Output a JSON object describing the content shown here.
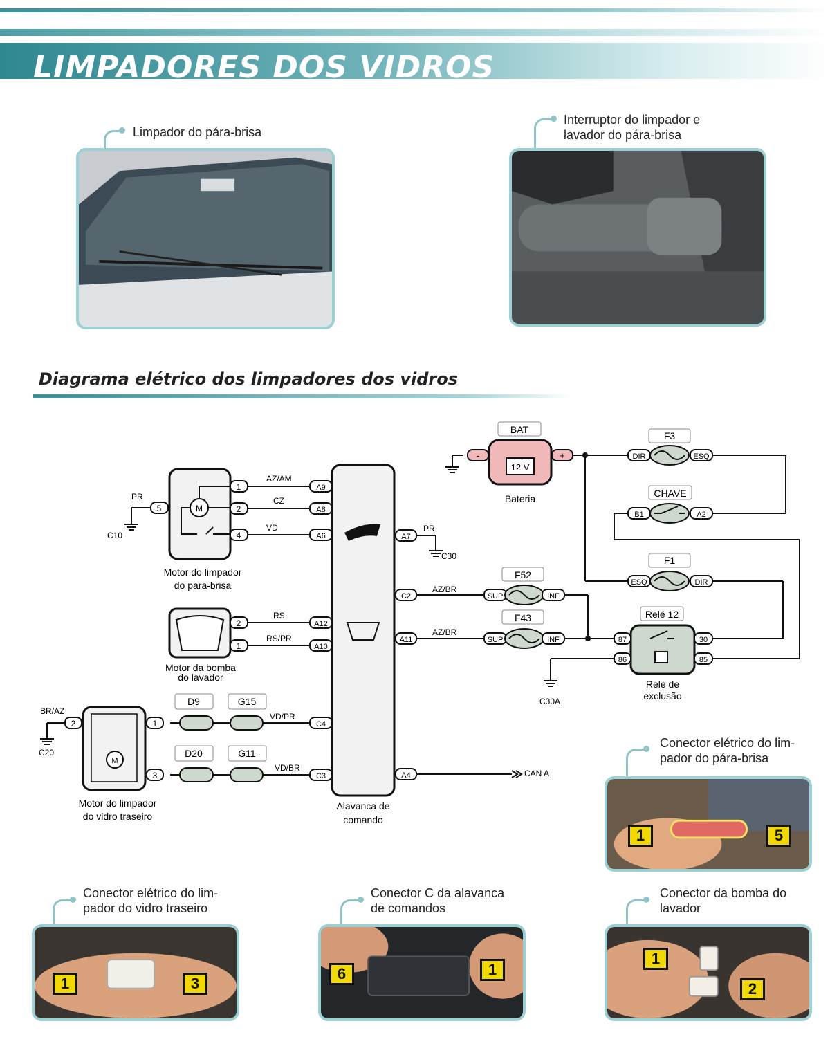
{
  "header": {
    "title": "LIMPADORES DOS VIDROS"
  },
  "photos": {
    "windshield_wiper": {
      "caption": "Limpador do pára-brisa"
    },
    "switch": {
      "caption_line1": "Interruptor do limpador e",
      "caption_line2": "lavador do pára-brisa"
    },
    "front_connector": {
      "caption_line1": "Conector elétrico do lim-",
      "caption_line2": "pador do pára-brisa",
      "pin_left": "1",
      "pin_right": "5"
    },
    "rear_connector": {
      "caption_line1": "Conector elétrico do lim-",
      "caption_line2": "pador do vidro traseiro",
      "pin_left": "1",
      "pin_right": "3"
    },
    "lever_connector": {
      "caption_line1": "Conector C da alavanca",
      "caption_line2": "de comandos",
      "pin_left": "6",
      "pin_right": "1"
    },
    "pump_connector": {
      "caption_line1": "Conector da bomba do",
      "caption_line2": "lavador",
      "pin_top": "1",
      "pin_bottom": "2"
    }
  },
  "diagram": {
    "title": "Diagrama elétrico dos limpadores dos vidros",
    "front_motor": {
      "label_line1": "Motor do limpador",
      "label_line2": "do para-brisa",
      "motor": "M",
      "pins": [
        "1",
        "2",
        "4",
        "5"
      ],
      "ground_wire": "PR",
      "ground": "C10"
    },
    "pump": {
      "label_line1": "Motor da bomba",
      "label_line2": "do lavador",
      "pins": [
        "2",
        "1"
      ]
    },
    "rear_motor": {
      "label_line1": "Motor do limpador",
      "label_line2": "do vidro traseiro",
      "motor": "M",
      "pins": [
        "2",
        "1",
        "3"
      ],
      "ground_wire": "BR/AZ",
      "ground": "C20"
    },
    "lever": {
      "label_line1": "Alavanca de",
      "label_line2": "comando",
      "pins_left": [
        "A9",
        "A8",
        "A6",
        "A12",
        "A10",
        "C4",
        "C3"
      ],
      "pins_right": [
        "A7",
        "C2",
        "A11",
        "A4"
      ],
      "ground_wire": "PR",
      "ground": "C30"
    },
    "wires": {
      "a9": "AZ/AM",
      "a8": "CZ",
      "a6": "VD",
      "a12": "RS",
      "a10": "RS/PR",
      "c4": "VD/PR",
      "c3": "VD/BR",
      "c2": "AZ/BR",
      "a11": "AZ/BR",
      "a4": "CAN A"
    },
    "diodes": [
      "D9",
      "D20"
    ],
    "splices": [
      "G15",
      "G11"
    ],
    "battery": {
      "tag": "BAT",
      "value": "12 V",
      "label": "Bateria",
      "neg": "-",
      "pos": "+"
    },
    "fuses": [
      {
        "name": "F3",
        "left": "DIR",
        "right": "ESQ"
      },
      {
        "name": "CHAVE",
        "left": "B1",
        "right": "A2"
      },
      {
        "name": "F1",
        "left": "ESQ",
        "right": "DIR"
      },
      {
        "name": "F52",
        "left": "SUP",
        "right": "INF"
      },
      {
        "name": "F43",
        "left": "SUP",
        "right": "INF"
      }
    ],
    "relay": {
      "tag": "Relé 12",
      "label_line1": "Relé de",
      "label_line2": "exclusão",
      "pins": [
        "87",
        "86",
        "30",
        "85"
      ],
      "ground": "C30A"
    }
  },
  "colors": {
    "accent": "#3e8f98",
    "frame": "#9dd0d4",
    "component": "#f2f2f2",
    "fuse": "#cfd8cf",
    "battery": "#f0b8b8",
    "tag": "#f1d800"
  }
}
